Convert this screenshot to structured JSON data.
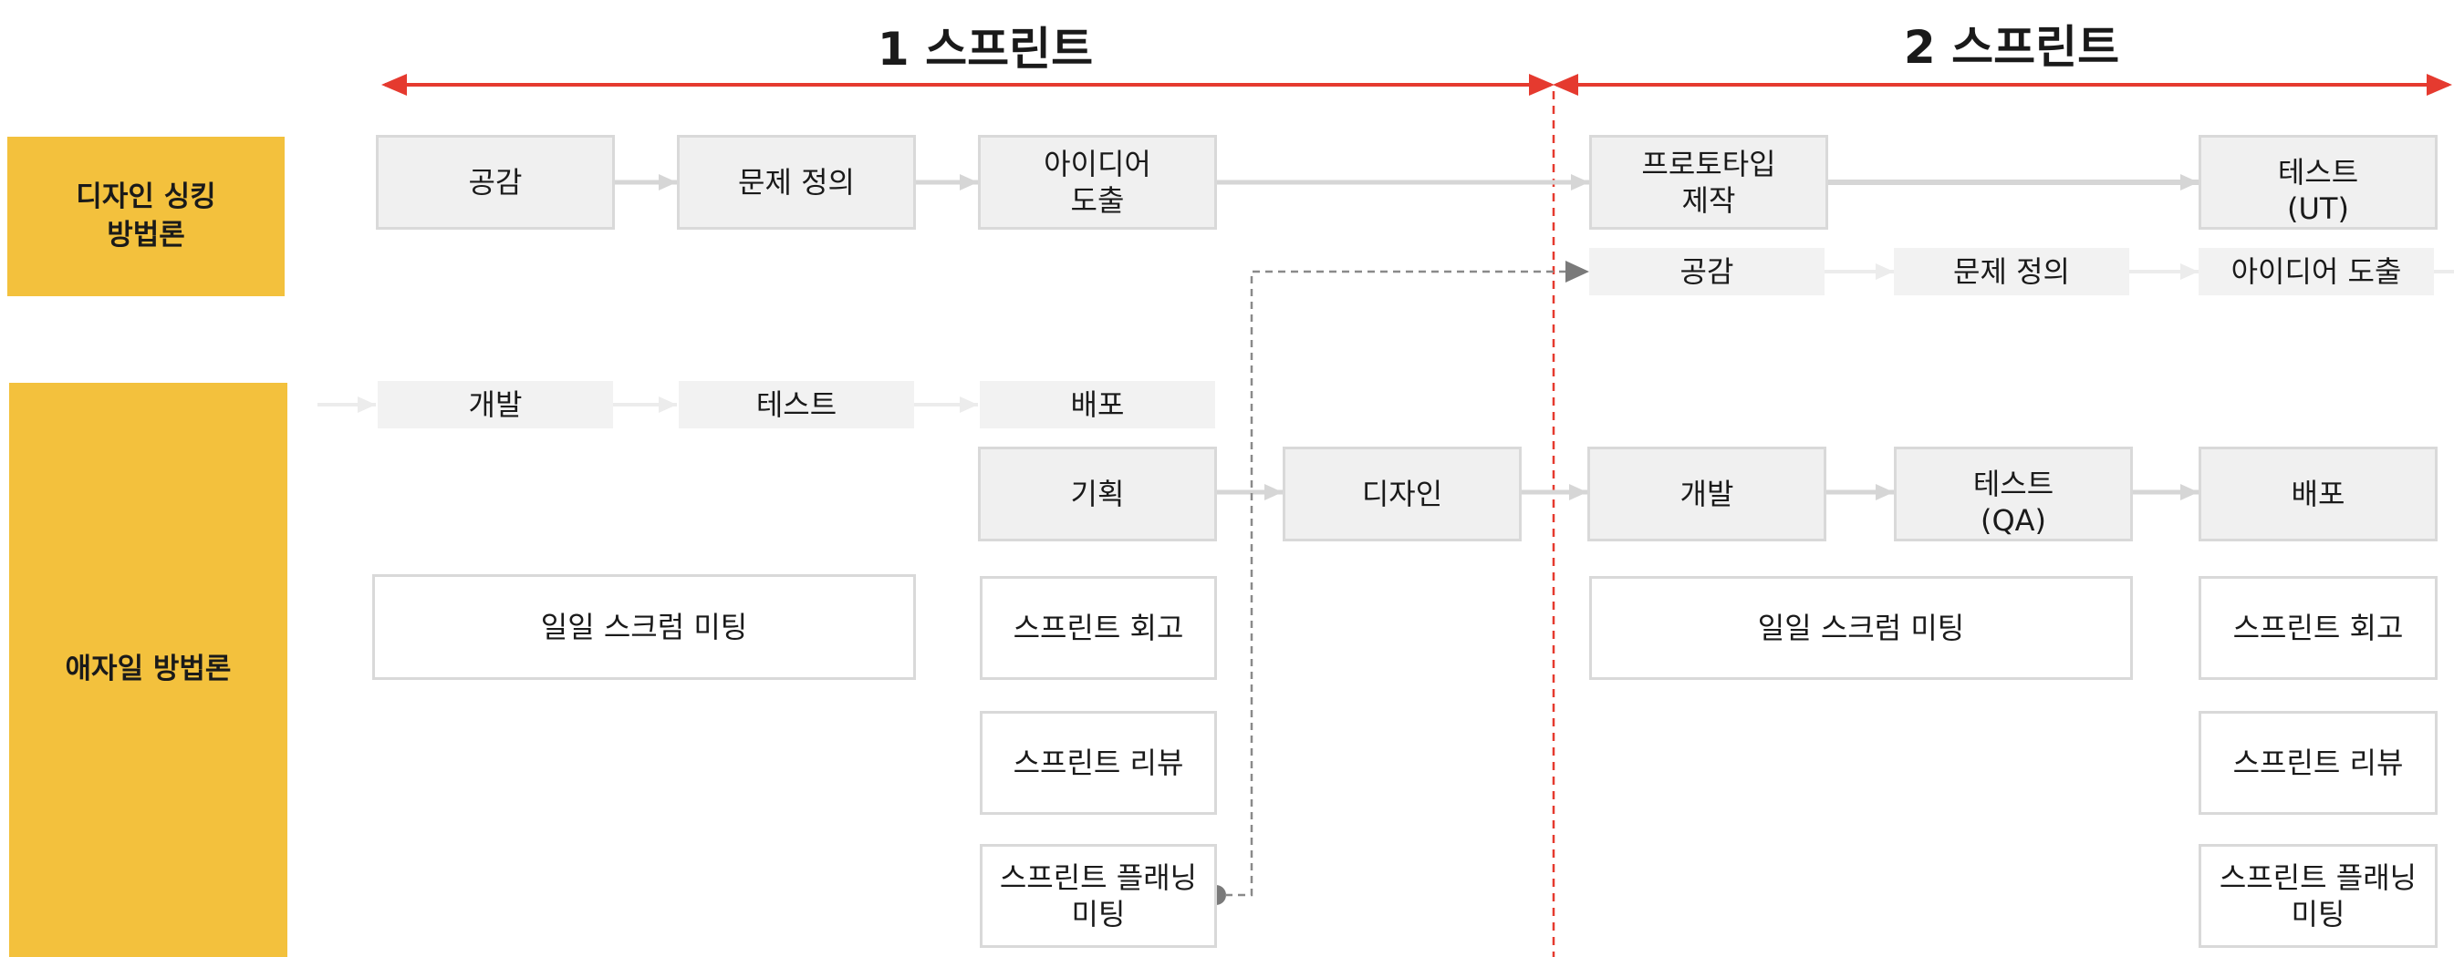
{
  "sprints": {
    "sprint1_title": "1 스프린트",
    "sprint2_title": "2 스프린트"
  },
  "lanes": {
    "design_thinking": "디자인 싱킹\n방법론",
    "agile": "애자일 방법론"
  },
  "design_row": {
    "empathize": "공감",
    "define": "문제 정의",
    "ideate": "아이디어\n도출",
    "prototype": "프로토타입\n제작",
    "test": "테스트\n(UT)"
  },
  "design_row2": {
    "empathize": "공감",
    "define": "문제 정의",
    "ideate": "아이디어 도출"
  },
  "agile_prev_row": {
    "develop": "개발",
    "test": "테스트",
    "deploy": "배포"
  },
  "agile_main_row": {
    "plan": "기획",
    "design": "디자인",
    "develop": "개발",
    "test": "테스트\n(QA)",
    "deploy": "배포"
  },
  "ceremonies": {
    "daily_scrum_1": "일일 스크럼 미팅",
    "retro_1": "스프린트 회고",
    "review_1": "스프린트 리뷰",
    "planning_1": "스프린트 플래닝\n미팅",
    "daily_scrum_2": "일일 스크럼 미팅",
    "retro_2": "스프린트 회고",
    "review_2": "스프린트 리뷰",
    "planning_2": "스프린트 플래닝\n미팅"
  },
  "colors": {
    "accent_red": "#e53a2f",
    "lane_yellow": "#f3c13d",
    "box_border": "#d9d9d9",
    "arrow_grey": "#d6d6d6",
    "connector_grey": "#7a7a7a"
  }
}
